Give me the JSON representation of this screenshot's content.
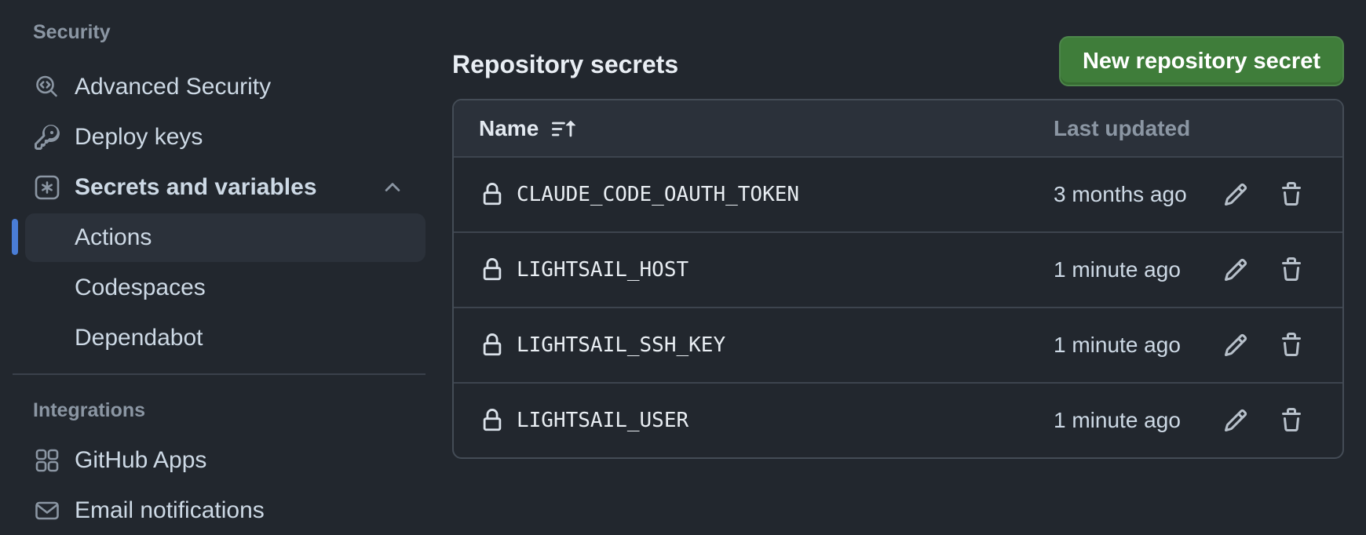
{
  "sidebar": {
    "sections": [
      {
        "title": "Security"
      },
      {
        "title": "Integrations"
      }
    ],
    "items": [
      {
        "label": "Advanced Security",
        "icon": "codescan-icon"
      },
      {
        "label": "Deploy keys",
        "icon": "key-icon"
      },
      {
        "label": "Secrets and variables",
        "icon": "asterisk-box-icon",
        "expanded": true
      },
      {
        "label": "Actions",
        "selected": true
      },
      {
        "label": "Codespaces"
      },
      {
        "label": "Dependabot"
      },
      {
        "label": "GitHub Apps",
        "icon": "apps-icon"
      },
      {
        "label": "Email notifications",
        "icon": "mail-icon"
      }
    ]
  },
  "main": {
    "title": "Repository secrets",
    "new_secret_button_label": "New repository secret",
    "table": {
      "headers": {
        "name": "Name",
        "last_updated": "Last updated"
      },
      "sort": {
        "column": "Name",
        "direction": "ascending"
      },
      "rows": [
        {
          "name": "CLAUDE_CODE_OAUTH_TOKEN",
          "last_updated": "3 months ago"
        },
        {
          "name": "LIGHTSAIL_HOST",
          "last_updated": "1 minute ago"
        },
        {
          "name": "LIGHTSAIL_SSH_KEY",
          "last_updated": "1 minute ago"
        },
        {
          "name": "LIGHTSAIL_USER",
          "last_updated": "1 minute ago"
        }
      ],
      "row_actions": {
        "edit": "pencil-icon",
        "delete": "trash-icon"
      }
    }
  },
  "colors": {
    "page_bg": "#22272e",
    "table_header_bg": "#2b313a",
    "border": "#444c56",
    "accent_blue_indicator": "#4a7dd6",
    "primary_button_green": "#3f7d3a",
    "text_primary": "#e9eef3",
    "text_secondary": "#cdd9e5",
    "text_muted": "#8b96a3"
  }
}
